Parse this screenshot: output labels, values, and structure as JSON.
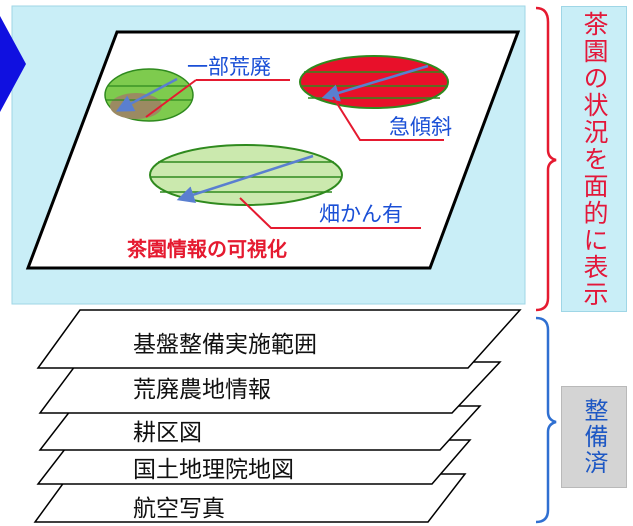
{
  "colors": {
    "panel_fill": "#c9eef7",
    "arrow_blue": "#1010e0",
    "highlight_red": "#e51a30",
    "label_blue": "#1a4fd6",
    "field_green": "#7ecb4e",
    "field_light_green": "#cbe9ae",
    "stripe_green": "#2f8a1e",
    "brown_area": "#9b8a62",
    "bracket_blue": "#2f6fd1",
    "maint_box_fill": "#d4d4d4"
  },
  "map": {
    "labels": {
      "partial_abandoned": "一部荒廃",
      "steep_slope": "急傾斜",
      "irrigation": "畑かん有",
      "visualization": "茶園情報の可視化"
    }
  },
  "layers": [
    {
      "label": "基盤整備実施範囲"
    },
    {
      "label": "荒廃農地情報"
    },
    {
      "label": "耕区図"
    },
    {
      "label": "国土地理院地図"
    },
    {
      "label": "航空写真"
    }
  ],
  "side": {
    "display_text": "茶園の状況を面的に表示",
    "maintained_text": "整備済"
  }
}
